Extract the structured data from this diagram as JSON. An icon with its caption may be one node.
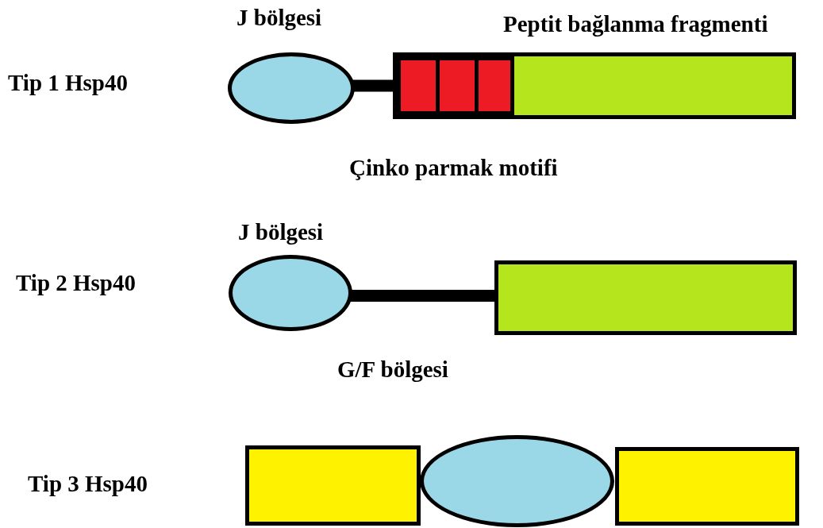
{
  "diagram": {
    "nodes": [
      {
        "text": [],
        "shape": "ellipse",
        "beside": [
          "J bölgesi"
        ]
      },
      {
        "text": [],
        "shape": "box",
        "beside": [
          "Peptit bağlanma fragmenti"
        ]
      },
      {
        "text": [],
        "shape": "box",
        "in": 1
      },
      {
        "text": [],
        "shape": "box",
        "in": 1
      },
      {
        "text": [],
        "shape": "box",
        "in": 1
      },
      {
        "text": [],
        "shape": "ellipse",
        "beside": [
          "J bölgesi"
        ]
      },
      {
        "text": [],
        "shape": "box"
      },
      {
        "text": [],
        "shape": "box"
      },
      {
        "text": [],
        "shape": "ellipse"
      },
      {
        "text": [],
        "shape": "box"
      }
    ],
    "edges": [
      {
        "from": 0,
        "to": 1,
        "arrow": "none"
      },
      {
        "from": 5,
        "to": 6,
        "arrow": "none",
        "label": "G/F bölgesi"
      }
    ],
    "labels": [
      "Tip 1 Hsp40",
      "Çinko parmak motifi",
      "Tip 2 Hsp40",
      "Tip 3 Hsp40"
    ]
  }
}
